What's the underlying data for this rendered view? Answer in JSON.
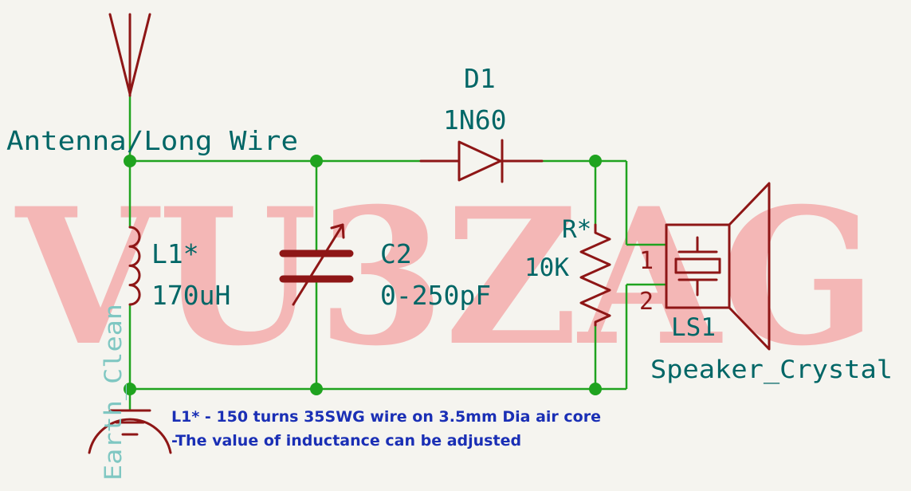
{
  "watermark": "VU3ZAG",
  "labels": {
    "antenna": "Antenna/Long Wire",
    "diode_ref": "D1",
    "diode_value": "1N60",
    "inductor_ref": "L1*",
    "inductor_value": "170uH",
    "capacitor_ref": "C2",
    "capacitor_value": "0-250pF",
    "resistor_ref": "R*",
    "resistor_value": "10K",
    "speaker_ref": "LS1",
    "speaker_value": "Speaker_Crystal",
    "pin1": "1",
    "pin2": "2",
    "earth": "Earth_Clean"
  },
  "notes": {
    "line1": "L1* - 150 turns 35SWG wire on 3.5mm Dia air core",
    "line2": "-The value of inductance can be adjusted"
  },
  "colors": {
    "wire": "#1fa31f",
    "symbol": "#8e1616",
    "label": "#006666",
    "note": "#1a2fb5",
    "watermark": "#f4a3a3"
  }
}
